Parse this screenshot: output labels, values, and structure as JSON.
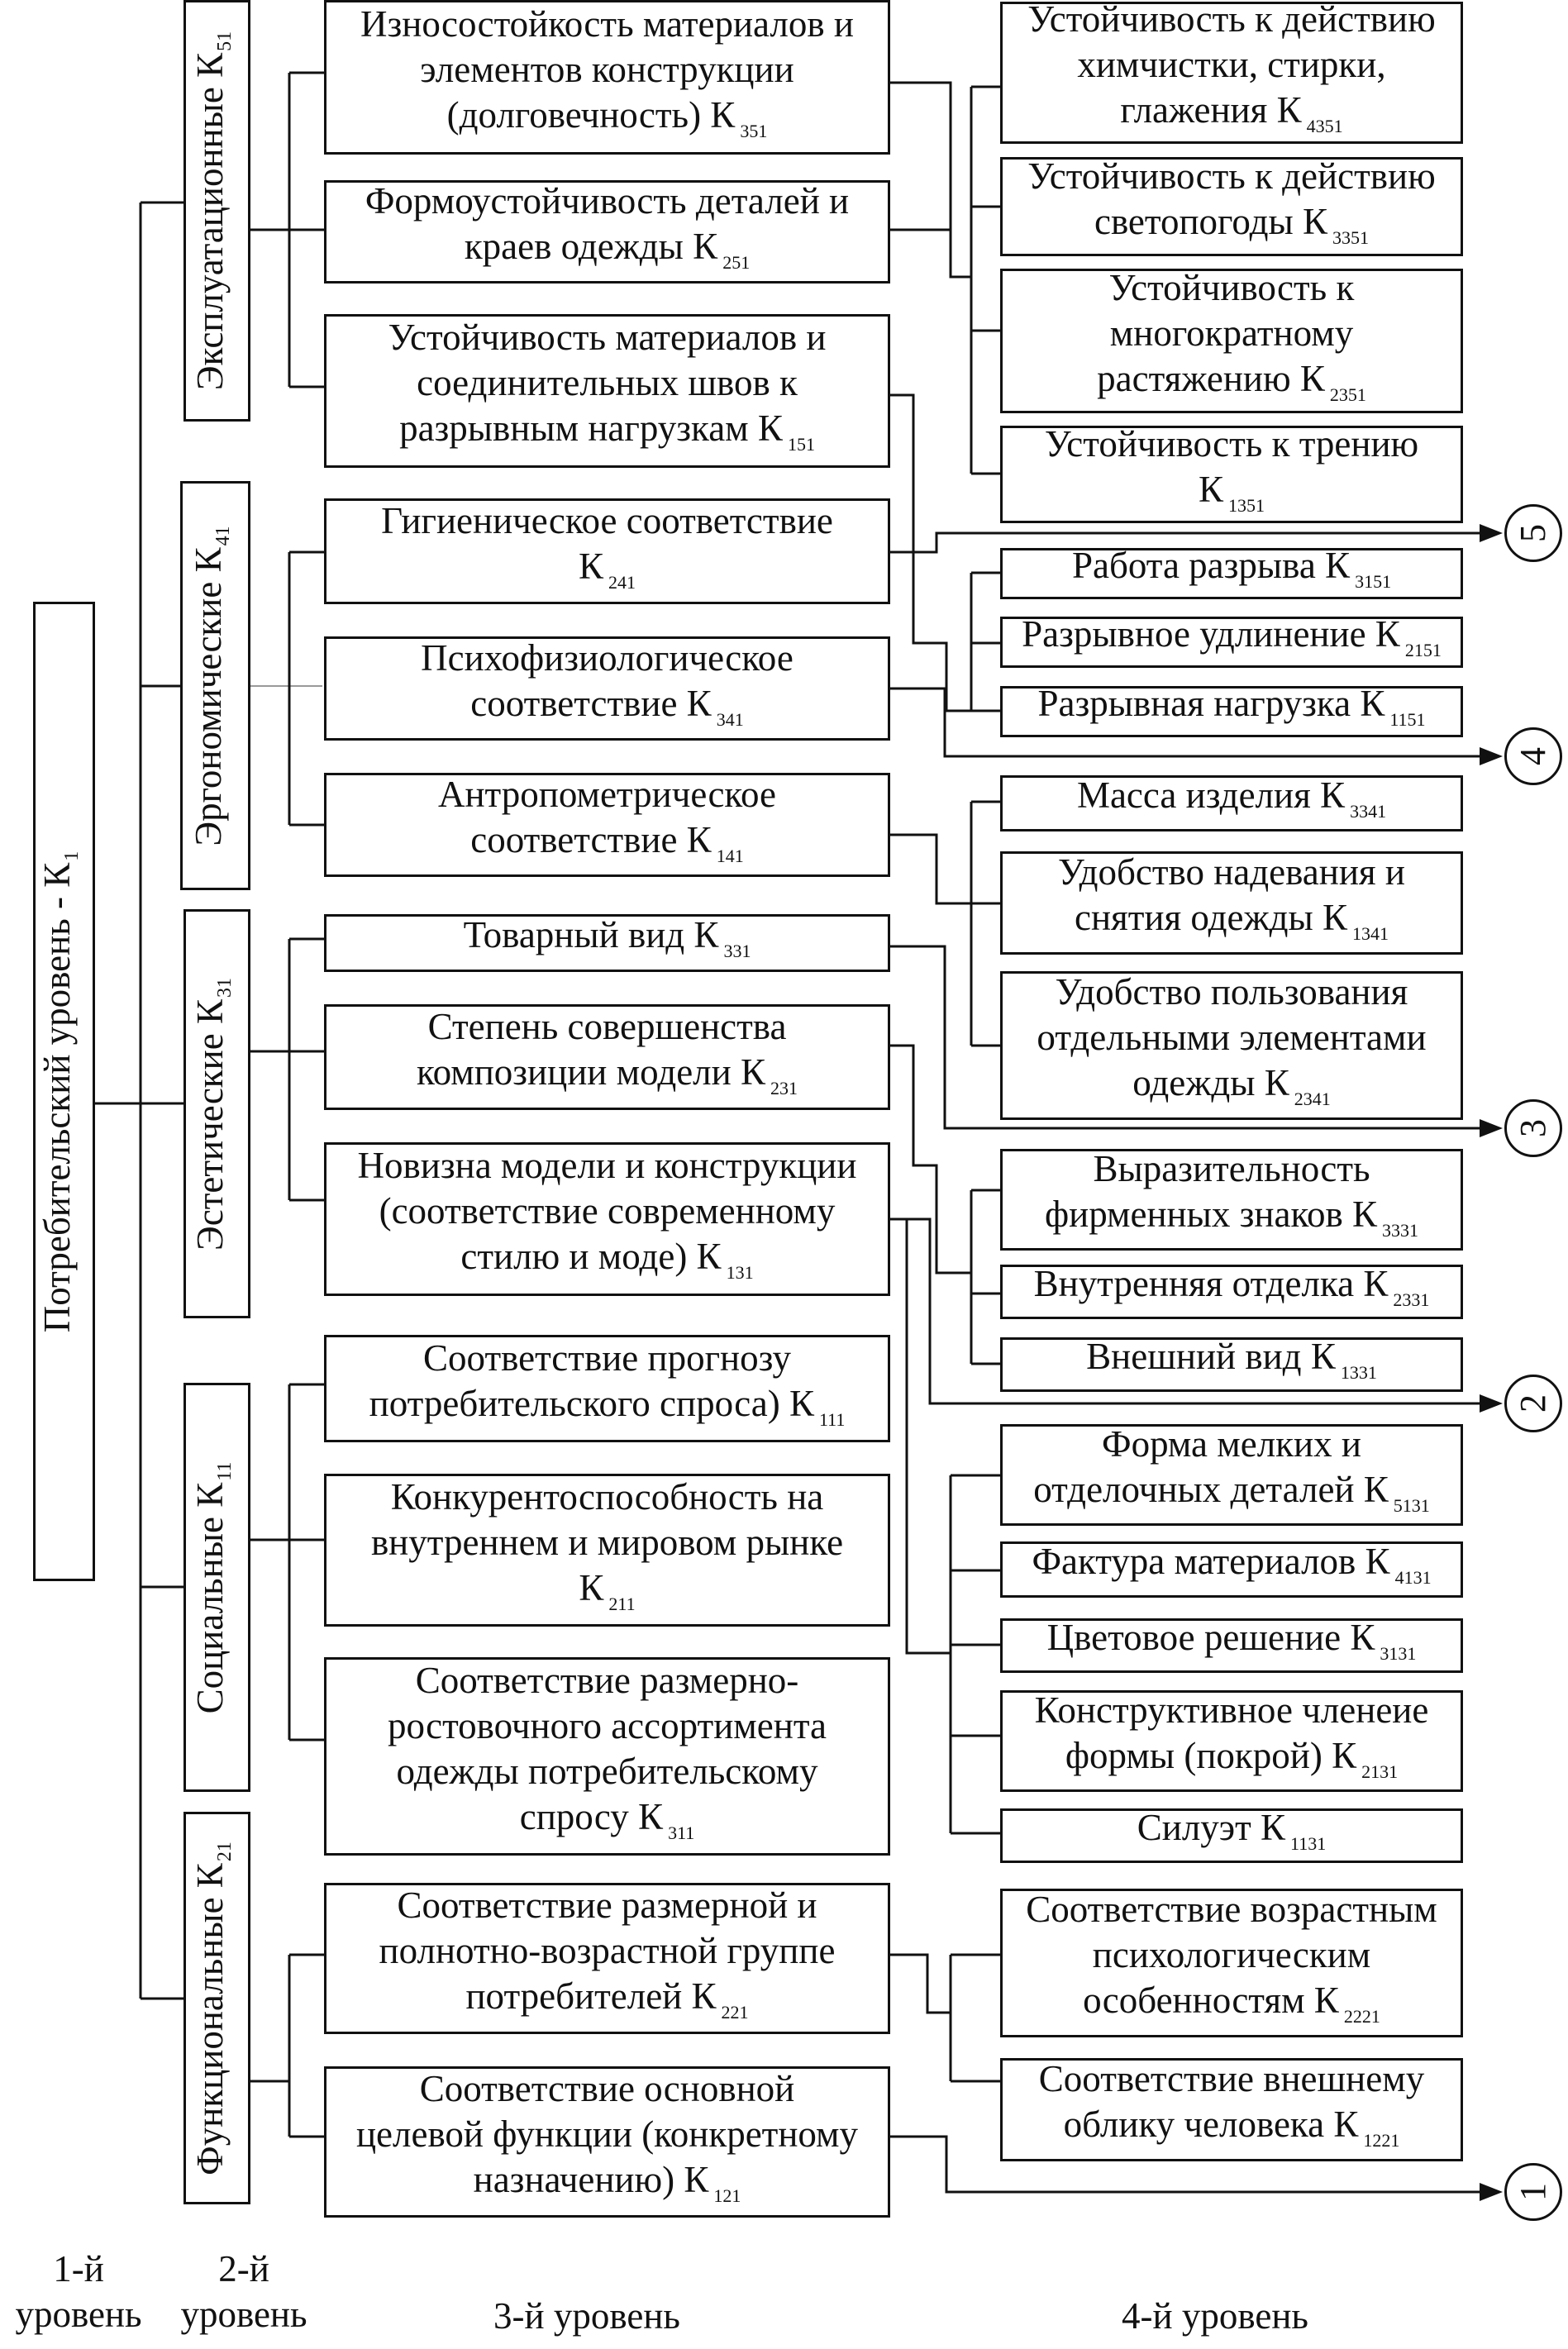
{
  "level1": {
    "label": "Потребительский уровень - К",
    "sub": "1"
  },
  "level2": [
    {
      "label": "Эксплуатационные К",
      "sub": "51"
    },
    {
      "label": "Эргономические К",
      "sub": "41"
    },
    {
      "label": "Эстетические К",
      "sub": "31"
    },
    {
      "label": "Социальные К",
      "sub": "11"
    },
    {
      "label": "Функциональные К",
      "sub": "21"
    }
  ],
  "level3": [
    {
      "lines": [
        "Износостойкость материалов и",
        "элементов конструкции",
        "(долговечность) К"
      ],
      "sub": "351"
    },
    {
      "lines": [
        "Формоустойчивость деталей и",
        "краев одежды К"
      ],
      "sub": "251"
    },
    {
      "lines": [
        "Устойчивость материалов и",
        "соединительных швов к",
        "разрывным нагрузкам К"
      ],
      "sub": "151"
    },
    {
      "lines": [
        "Гигиеническое соответствие",
        "К"
      ],
      "sub": "241"
    },
    {
      "lines": [
        "Психофизиологическое",
        "соответствие К"
      ],
      "sub": "341"
    },
    {
      "lines": [
        "Антропометрическое",
        "соответствие К"
      ],
      "sub": "141"
    },
    {
      "lines": [
        "Товарный вид К"
      ],
      "sub": "331"
    },
    {
      "lines": [
        "Степень совершенства",
        "композиции модели К"
      ],
      "sub": "231"
    },
    {
      "lines": [
        "Новизна модели и конструкции",
        "(соответствие современному",
        "стилю и моде) К"
      ],
      "sub": "131"
    },
    {
      "lines": [
        "Соответствие прогнозу",
        "потребительского спроса) К"
      ],
      "sub": "111"
    },
    {
      "lines": [
        "Конкурентоспособность на",
        "внутреннем и мировом рынке",
        "К"
      ],
      "sub": "211"
    },
    {
      "lines": [
        "Соответствие размерно-",
        "ростовочного ассортимента",
        "одежды потребительскому",
        "спросу К"
      ],
      "sub": "311"
    },
    {
      "lines": [
        "Соответствие размерной и",
        "полнотно-возрастной группе",
        "потребителей  К"
      ],
      "sub": "221"
    },
    {
      "lines": [
        "Соответствие основной",
        "целевой функции (конкретному",
        "назначению) К"
      ],
      "sub": "121"
    }
  ],
  "level4": [
    {
      "lines": [
        "Устойчивость к действию",
        "химчистки, стирки,",
        "глажения К"
      ],
      "sub": "4351"
    },
    {
      "lines": [
        "Устойчивость к действию",
        "светопогоды К"
      ],
      "sub": "3351"
    },
    {
      "lines": [
        "Устойчивость к",
        "многократному",
        "растяжению К"
      ],
      "sub": "2351"
    },
    {
      "lines": [
        "Устойчивость к трению",
        "К"
      ],
      "sub": "1351"
    },
    {
      "lines": [
        "Работа разрыва К"
      ],
      "sub": "3151"
    },
    {
      "lines": [
        "Разрывное удлинение К"
      ],
      "sub": "2151"
    },
    {
      "lines": [
        "Разрывная нагрузка К"
      ],
      "sub": "1151"
    },
    {
      "lines": [
        "Масса изделия К"
      ],
      "sub": "3341"
    },
    {
      "lines": [
        "Удобство надевания и",
        "снятия одежды К"
      ],
      "sub": "1341"
    },
    {
      "lines": [
        "Удобство пользования",
        "отдельными элементами",
        "одежды К"
      ],
      "sub": "2341"
    },
    {
      "lines": [
        "Выразительность",
        "фирменных знаков К"
      ],
      "sub": "3331"
    },
    {
      "lines": [
        "Внутренняя отделка К"
      ],
      "sub": "2331"
    },
    {
      "lines": [
        "Внешний вид К"
      ],
      "sub": "1331"
    },
    {
      "lines": [
        "Форма мелких и",
        "отделочных деталей К"
      ],
      "sub": "5131"
    },
    {
      "lines": [
        "Фактура материалов К"
      ],
      "sub": "4131"
    },
    {
      "lines": [
        "Цветовое решение К"
      ],
      "sub": "3131"
    },
    {
      "lines": [
        "Конструктивное членеие",
        "формы (покрой) К"
      ],
      "sub": "2131"
    },
    {
      "lines": [
        "Силуэт К"
      ],
      "sub": "1131"
    },
    {
      "lines": [
        "Соответствие возрастным",
        "психологическим",
        "особенностям К"
      ],
      "sub": "2221"
    },
    {
      "lines": [
        "Соответствие внешнему",
        "облику человека К"
      ],
      "sub": "1221"
    }
  ],
  "connectors": [
    "5",
    "4",
    "3",
    "2",
    "1"
  ],
  "level_labels": [
    {
      "lines": [
        "1-й",
        "уровень"
      ]
    },
    {
      "lines": [
        "2-й",
        "уровень"
      ]
    },
    {
      "lines": [
        "3-й уровень"
      ]
    },
    {
      "lines": [
        "4-й уровень"
      ]
    }
  ]
}
